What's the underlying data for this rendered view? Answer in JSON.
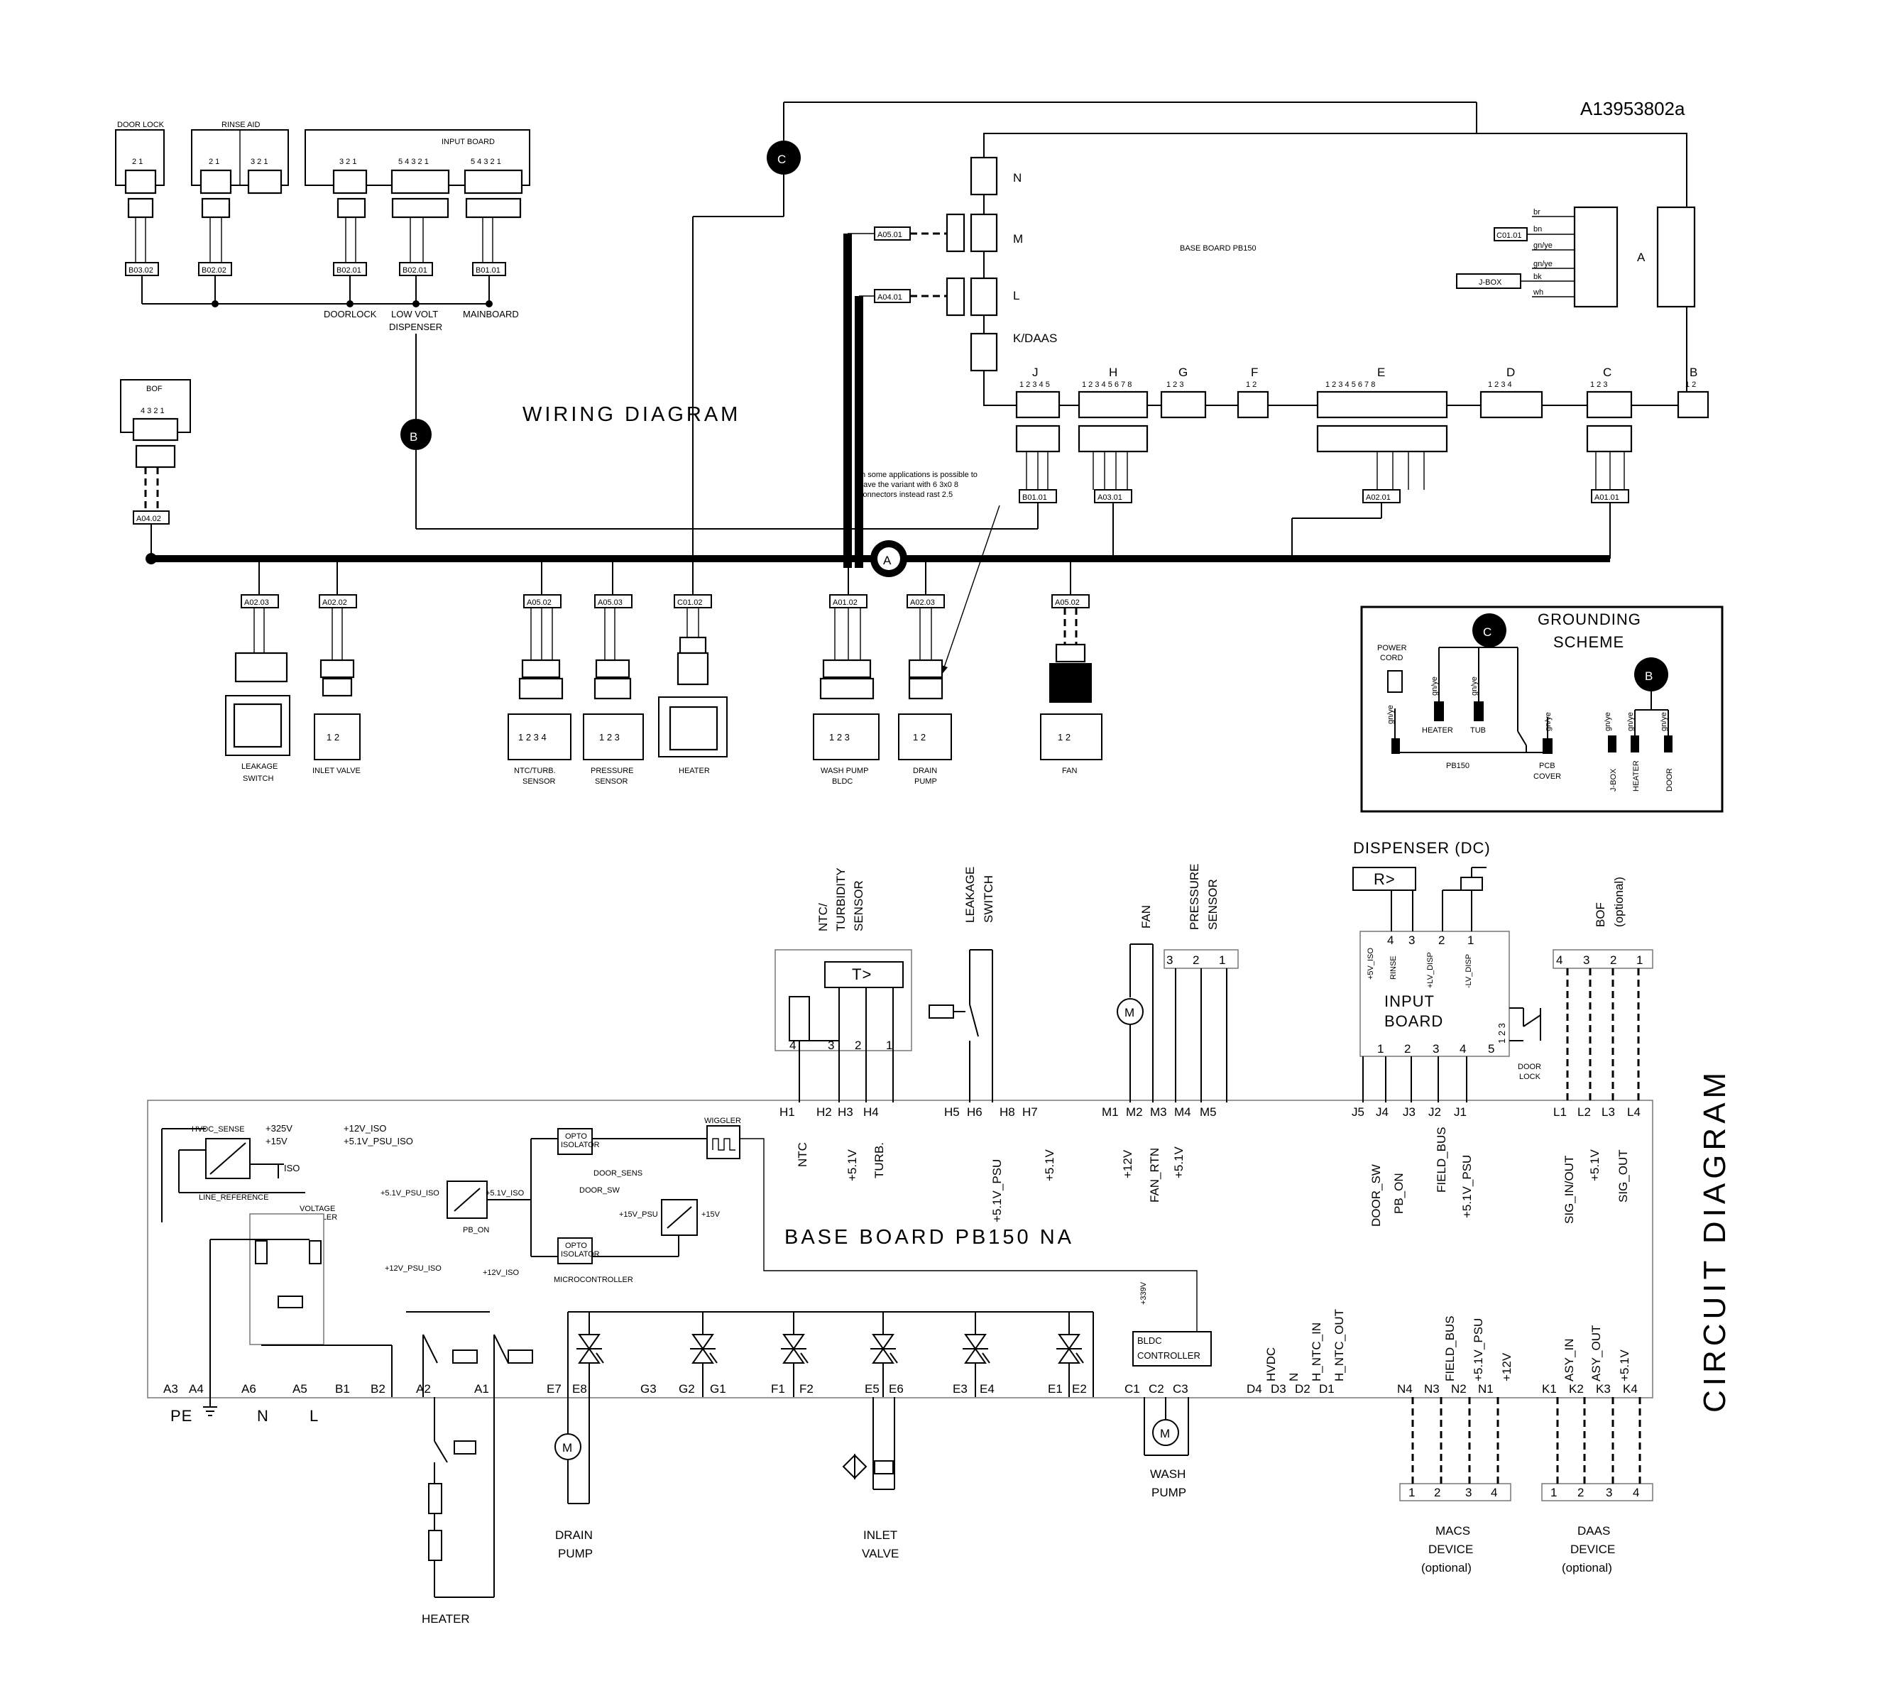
{
  "diagram_id": "A13953802a",
  "titles": {
    "wiring": "WIRING DIAGRAM",
    "circuit": "CIRCUIT DIAGRAM",
    "base_board": "BASE BOARD PB150 NA",
    "base_board_top": "BASE BOARD PB150"
  },
  "ground_markers": {
    "a": "A",
    "b": "B",
    "c": "C"
  },
  "top_components": {
    "door_lock": "DOOR LOCK",
    "rinse_aid": "RINSE AID",
    "input_board": "INPUT BOARD",
    "bof": "BOF",
    "pins_21": "2  1",
    "pins_321": "3 2 1",
    "pins_54321": "5 4 3 2 1",
    "pins_4321": "4 3 2 1"
  },
  "top_connectors": [
    "B03.02",
    "B02.02",
    "B02.01",
    "B02.01",
    "B01.01",
    "A04.02"
  ],
  "top_labels": {
    "doorlock": "DOORLOCK",
    "low_volt_1": "LOW VOLT",
    "low_volt_2": "DISPENSER",
    "mainboard": "MAINBOARD"
  },
  "base_connectors": {
    "N": "N",
    "M": "M",
    "L": "L",
    "K": "K/DAAS",
    "J": "J",
    "H": "H",
    "G": "G",
    "F": "F",
    "E": "E",
    "D": "D",
    "C": "C",
    "B": "B",
    "A": "A",
    "pins_J": "1 2 3 4 5",
    "pins_H": "1 2 3 4 5 6 7 8",
    "pins_E": "1   2   3   4   5   6   7   8",
    "pins_D": "1   2   3   4",
    "pins_3": "1   2   3",
    "pins_2": "1   2"
  },
  "base_codes": {
    "a05": "A05.01",
    "a04": "A04.01",
    "c01": "C01.01",
    "jbox": "J-BOX",
    "b01": "B01.01",
    "a03": "A03.01",
    "a02": "A02.01",
    "a01": "A01.01"
  },
  "wire_colors": [
    "br",
    "bn",
    "gn/ye",
    "gn/ye",
    "bk",
    "wh"
  ],
  "note": "In some applications is possible to have the variant with 6 3x0 8 connectors instead rast 2.5",
  "bus_codes": [
    "A02.03",
    "A02.02",
    "A05.02",
    "A05.03",
    "C01.02",
    "A01.02",
    "A02.03",
    "A05.02"
  ],
  "bottom_components": [
    {
      "name": "LEAKAGE",
      "name2": "SWITCH",
      "pins": ""
    },
    {
      "name": "INLET VALVE",
      "name2": "",
      "pins": "1   2"
    },
    {
      "name": "NTC/TURB.",
      "name2": "SENSOR",
      "pins": "1 2 3 4"
    },
    {
      "name": "PRESSURE",
      "name2": "SENSOR",
      "pins": "1 2 3"
    },
    {
      "name": "HEATER",
      "name2": "",
      "pins": ""
    },
    {
      "name": "WASH PUMP",
      "name2": "BLDC",
      "pins": "1   2   3"
    },
    {
      "name": "DRAIN",
      "name2": "PUMP",
      "pins": "1   2"
    },
    {
      "name": "FAN",
      "name2": "",
      "pins": "1   2"
    }
  ],
  "grounding": {
    "title1": "GROUNDING",
    "title2": "SCHEME",
    "power_cord_1": "POWER",
    "power_cord_2": "CORD",
    "heater": "HEATER",
    "tub": "TUB",
    "pb150": "PB150",
    "pcb_cover_1": "PCB",
    "pcb_cover_2": "COVER",
    "jbox": "J-BOX",
    "heater_v": "HEATER",
    "door": "DOOR",
    "gnye": "gn/ye"
  },
  "circuit_top": {
    "ntc_sensor": [
      "NTC/",
      "TURBIDITY",
      "SENSOR"
    ],
    "leakage": [
      "LEAKAGE",
      "SWITCH"
    ],
    "fan": "FAN",
    "pressure": [
      "PRESSURE",
      "SENSOR"
    ],
    "dispenser": "DISPENSER (DC)",
    "bof": [
      "BOF",
      "(optional)"
    ],
    "input_board": [
      "INPUT",
      "BOARD"
    ],
    "door_lock": [
      "DOOR",
      "LOCK"
    ],
    "t_symbol": "T>",
    "r_symbol": "R>",
    "m_symbol": "M",
    "disp_pins": [
      "4",
      "3",
      "2",
      "1"
    ],
    "disp_sigs": [
      "+5V_ISO",
      "RINSE",
      "+LV_DISP",
      "-LV_DISP"
    ],
    "ib_bottom_pins": [
      "1",
      "2",
      "3",
      "4",
      "5"
    ],
    "ntc_pins": [
      "4",
      "3",
      "2",
      "1"
    ],
    "pressure_pins": [
      "3",
      "2",
      "1"
    ],
    "bof_pins": [
      "4",
      "3",
      "2",
      "1"
    ],
    "door_pins": "1 2 3"
  },
  "circuit_pins_top": [
    "H1",
    "H2",
    "H3",
    "H4",
    "H5",
    "H6",
    "H8",
    "H7",
    "M1",
    "M2",
    "M3",
    "M4",
    "M5",
    "J5",
    "J4",
    "J3",
    "J2",
    "J1",
    "L1",
    "L2",
    "L3",
    "L4"
  ],
  "circuit_signals_top": [
    "NTC",
    "+5.1V",
    "TURB.",
    "+5.1V_PSU",
    "+5.1V",
    "+12V",
    "FAN_RTN",
    "+5.1V",
    "DOOR_SW",
    "PB_ON",
    "FIELD_BUS",
    "+5.1V_PSU",
    "SIG_IN/OUT",
    "+5.1V",
    "SIG_OUT"
  ],
  "circuit_pins_bottom": [
    "A3",
    "A4",
    "A6",
    "A5",
    "B1",
    "B2",
    "A2",
    "A1",
    "E7",
    "E8",
    "G3",
    "G2",
    "G1",
    "F1",
    "F2",
    "E5",
    "E6",
    "E3",
    "E4",
    "E1",
    "E2",
    "C1",
    "C2",
    "C3",
    "D4",
    "D3",
    "D2",
    "D1",
    "N4",
    "N3",
    "N2",
    "N1",
    "K1",
    "K2",
    "K3",
    "K4"
  ],
  "circuit_signals_bottom": [
    "HVDC",
    "N",
    "H_NTC_IN",
    "H_NTC_OUT",
    "FIELD_BUS",
    "+5.1V_PSU",
    "+12V",
    "ASY_IN",
    "ASY_OUT",
    "+5.1V"
  ],
  "supply_labels": [
    "PE",
    "N",
    "L"
  ],
  "internal": {
    "hvdc_sense": "HVDC_SENSE",
    "v325": "+325V",
    "v15": "+15V",
    "v12iso": "+12V_ISO",
    "v51iso": "+5.1V_PSU_ISO",
    "iso": "ISO",
    "line_ref": "LINE_REFERENCE",
    "volt_doubler_1": "VOLTAGE",
    "volt_doubler_2": "DOUBLER",
    "v51psuiso": "+5.1V_PSU_ISO",
    "v51iso2": "+5.1V_ISO",
    "pb_on": "PB_ON",
    "opto": "OPTO",
    "isolator": "ISOLATOR",
    "door_sens": "DOOR_SENS",
    "door_sw": "DOOR_SW",
    "v15psu": "+15V_PSU",
    "wiggler": "WIGGLER",
    "v12psuiso": "+12V_PSU_ISO",
    "microcontroller": "MICROCONTROLLER",
    "v339": "+339V",
    "bldc_1": "BLDC",
    "bldc_2": "CONTROLLER"
  },
  "loads": {
    "drain_pump": [
      "DRAIN",
      "PUMP"
    ],
    "inlet_valve": [
      "INLET",
      "VALVE"
    ],
    "wash_pump": [
      "WASH",
      "PUMP"
    ],
    "heater": "HEATER",
    "macs": [
      "MACS",
      "DEVICE",
      "(optional)"
    ],
    "daas": [
      "DAAS",
      "DEVICE",
      "(optional)"
    ],
    "dev_pins": [
      "1",
      "2",
      "3",
      "4"
    ]
  }
}
